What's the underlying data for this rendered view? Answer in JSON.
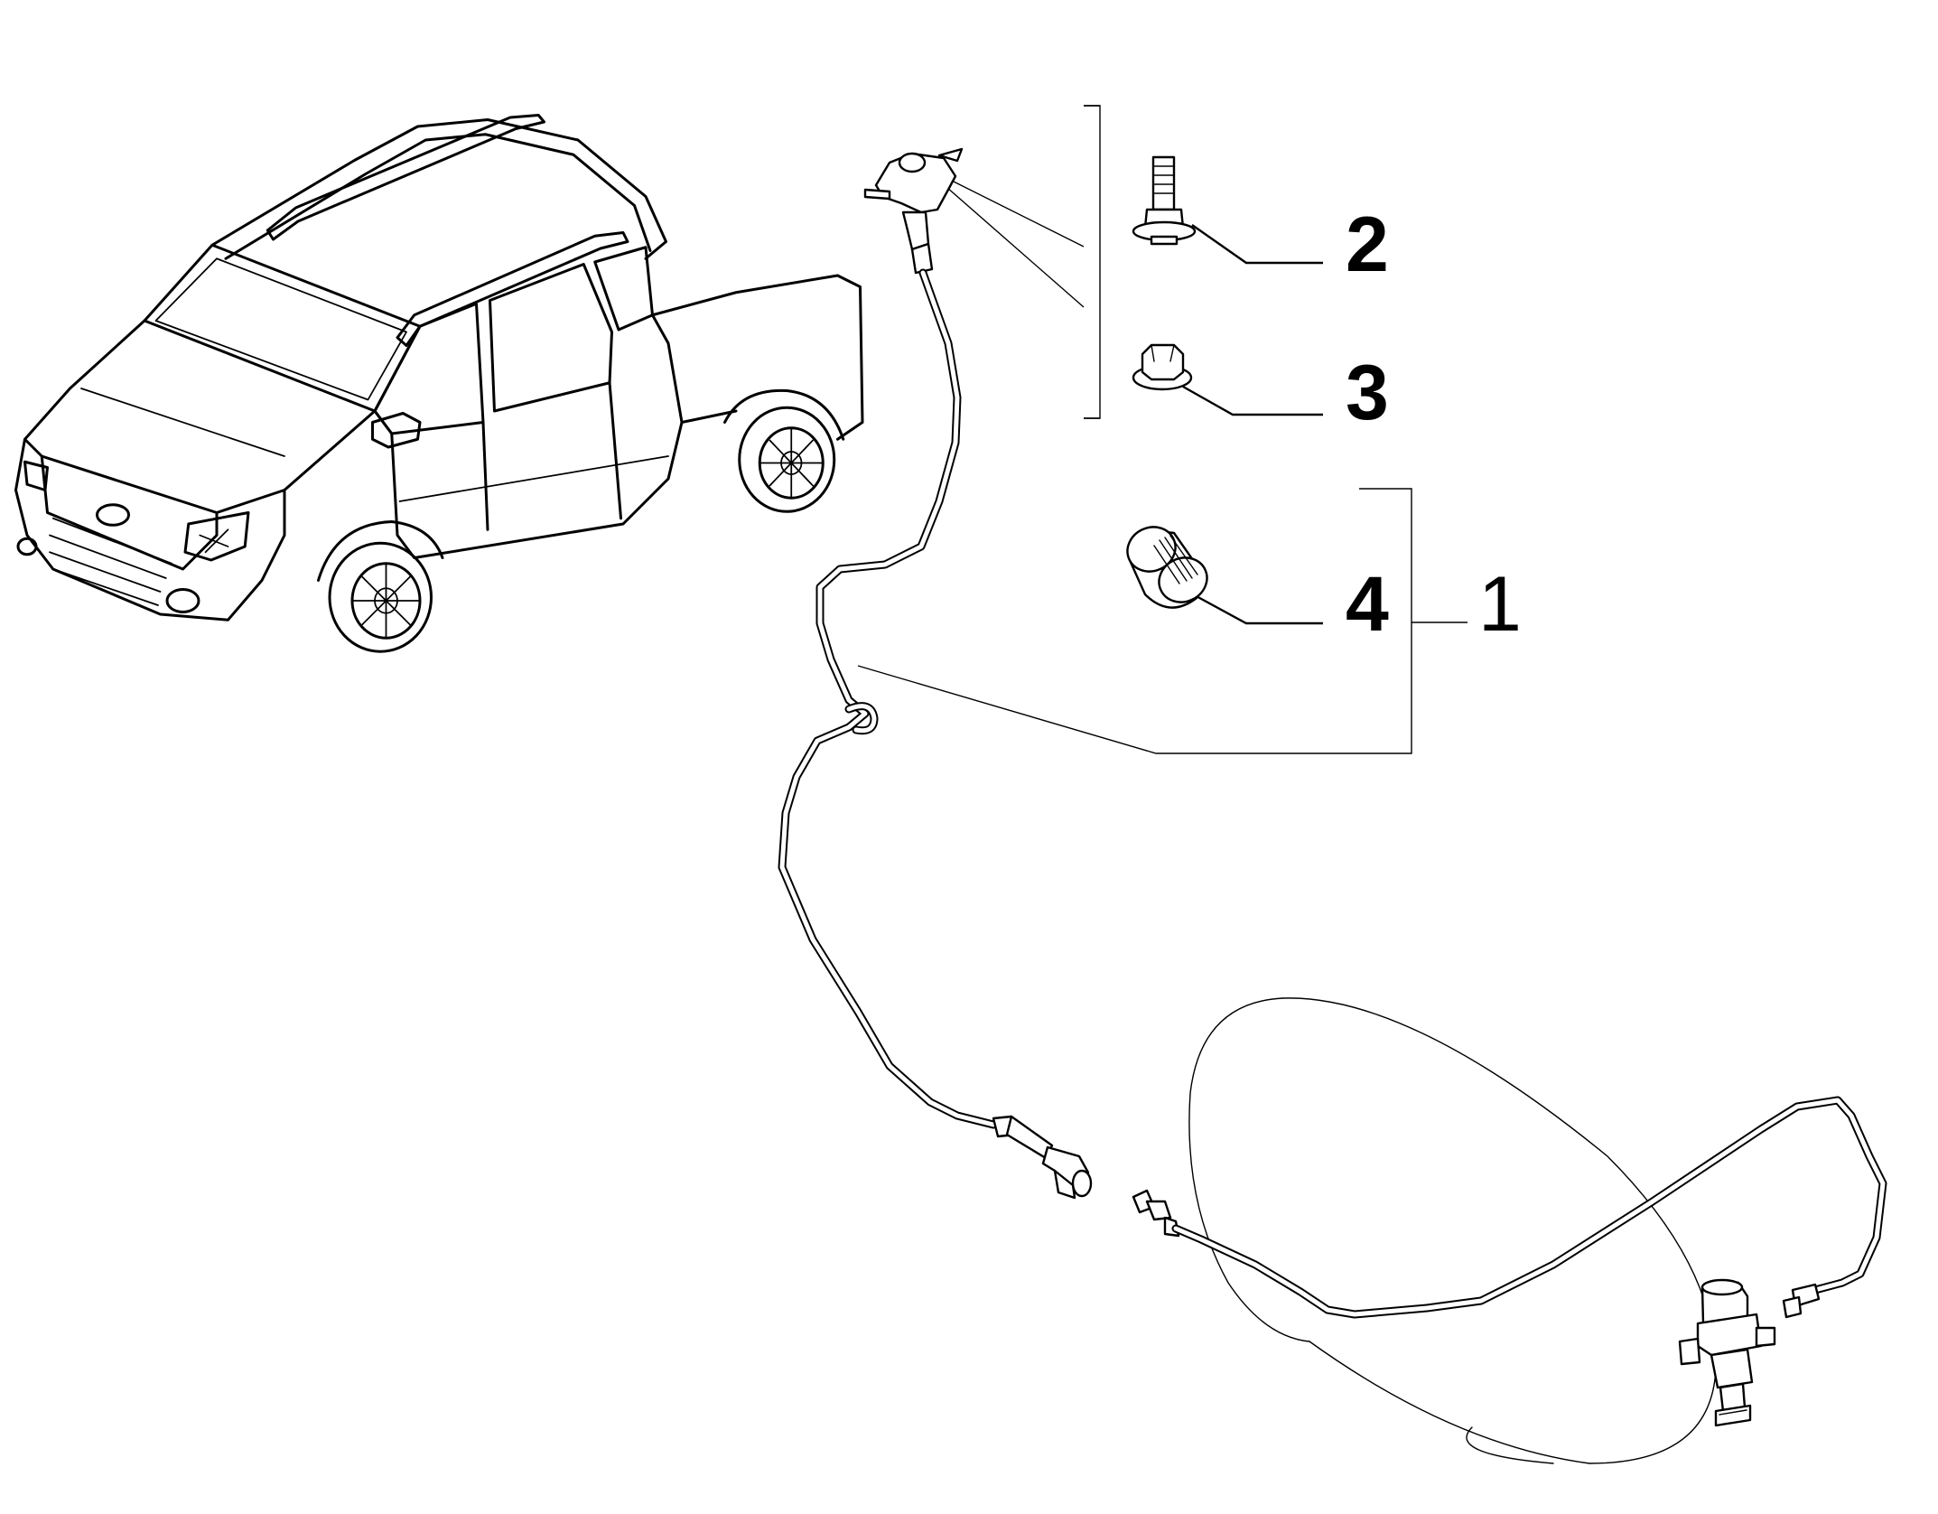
{
  "callouts": {
    "c1": "1",
    "c2": "2",
    "c3": "3",
    "c4": "4"
  },
  "parts": [
    {
      "id": "1",
      "description_icon": "gas-line-assembly"
    },
    {
      "id": "2",
      "description_icon": "flange-bolt-icon"
    },
    {
      "id": "3",
      "description_icon": "flange-nut-icon"
    },
    {
      "id": "4",
      "description_icon": "pipe-fitting-sleeve-icon"
    }
  ],
  "colors": {
    "line": "#000000",
    "background": "#ffffff"
  }
}
